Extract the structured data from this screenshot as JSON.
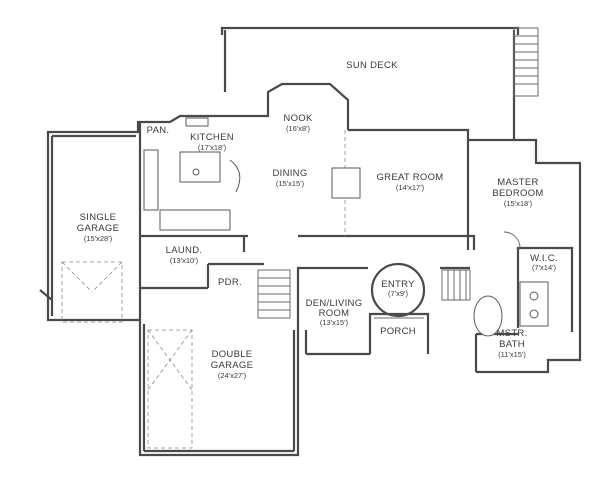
{
  "rooms": {
    "sun_deck": {
      "name": "SUN DECK"
    },
    "nook": {
      "name": "NOOK",
      "dim": "(16'x8')"
    },
    "pan": {
      "name": "PAN."
    },
    "kitchen": {
      "name": "KITCHEN",
      "dim": "(17'x18')"
    },
    "dining": {
      "name": "DINING",
      "dim": "(15'x15')"
    },
    "great_room": {
      "name": "GREAT ROOM",
      "dim": "(14'x17')"
    },
    "master_bedroom": {
      "name1": "MASTER",
      "name2": "BEDROOM",
      "dim": "(15'x18')"
    },
    "single_garage": {
      "name1": "SINGLE",
      "name2": "GARAGE",
      "dim": "(15'x28')"
    },
    "laund": {
      "name": "LAUND.",
      "dim": "(13'x10')"
    },
    "pdr": {
      "name": "PDR."
    },
    "den_living": {
      "name1": "DEN/LIVING",
      "name2": "ROOM",
      "dim": "(13'x15')"
    },
    "entry": {
      "name": "ENTRY",
      "dim": "(7'x9')"
    },
    "porch": {
      "name": "PORCH"
    },
    "wic": {
      "name": "W.I.C.",
      "dim": "(7'x14')"
    },
    "mstr_bath": {
      "name1": "MSTR.",
      "name2": "BATH",
      "dim": "(11'x15')"
    },
    "double_garage": {
      "name1": "DOUBLE",
      "name2": "GARAGE",
      "dim": "(24'x27')"
    }
  }
}
